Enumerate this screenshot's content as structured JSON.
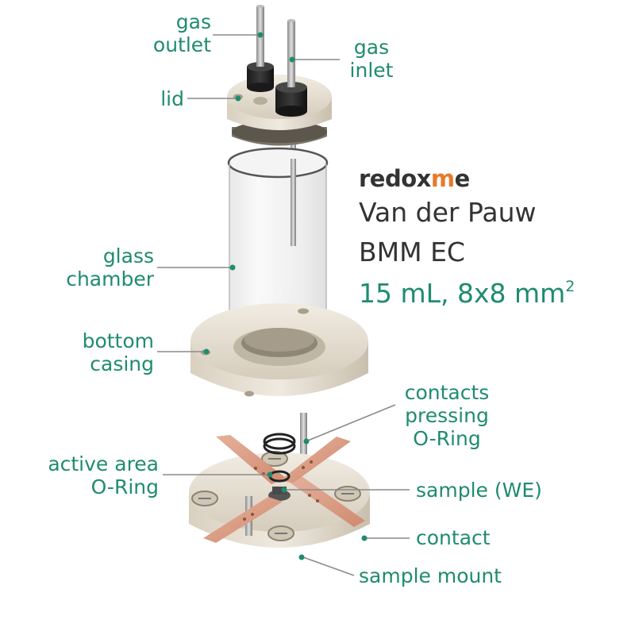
{
  "brand": {
    "text": "redoxme",
    "prefix": "redox",
    "dot": "m",
    "suffix": "e",
    "dot_color": "#e8792a"
  },
  "title": {
    "line1": "Van der Pauw",
    "line2": "BMM EC"
  },
  "spec": {
    "text": "15 mL, 8x8 mm",
    "superscript": "2",
    "color": "#1f8c6e"
  },
  "labels": {
    "gas_outlet": [
      "gas",
      "outlet"
    ],
    "gas_inlet": [
      "gas",
      "inlet"
    ],
    "lid": "lid",
    "glass_chamber": [
      "glass",
      "chamber"
    ],
    "bottom_casing": [
      "bottom",
      "casing"
    ],
    "contacts_pressing_oring": [
      "contacts",
      "pressing",
      "O-Ring"
    ],
    "active_area_oring": [
      "active area",
      "O-Ring"
    ],
    "sample_we": "sample (WE)",
    "contact": "contact",
    "sample_mount": "sample mount"
  },
  "colors": {
    "label": "#1f8c6e",
    "title": "#333333",
    "body": "#e9e3d6",
    "copper": "#d99b80"
  }
}
